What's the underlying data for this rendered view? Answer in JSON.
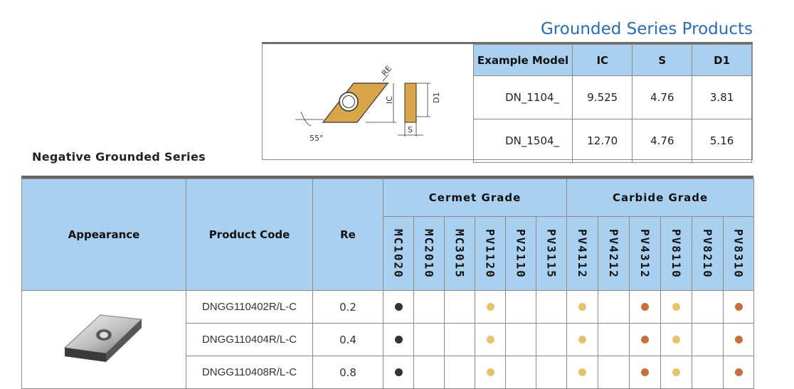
{
  "header": {
    "title": "Grounded Series Products"
  },
  "figure": {
    "re": "RE",
    "ic": "IC",
    "d1": "D1",
    "s": "S",
    "angle": "55°"
  },
  "example": {
    "headers": [
      "Example Model",
      "IC",
      "S",
      "D1"
    ],
    "rows": [
      [
        "DN_1104_",
        "9.525",
        "4.76",
        "3.81"
      ],
      [
        "DN_1504_",
        "12.70",
        "4.76",
        "5.16"
      ]
    ]
  },
  "section_title": "Negative Grounded Series",
  "main": {
    "appearance": "Appearance",
    "product_code": "Product Code",
    "re": "Re",
    "cermet": "Cermet Grade",
    "carbide": "Carbide Grade",
    "grades": [
      "MC1020",
      "MC2010",
      "MC3015",
      "PV1120",
      "PV2110",
      "PV3115",
      "PV4112",
      "PV4212",
      "PV4312",
      "PV8110",
      "PV8210",
      "PV8310"
    ],
    "rows": [
      {
        "code": "DNGG110402R/L-C",
        "re": "0.2",
        "marks": [
          "black",
          "",
          "",
          "yellow",
          "",
          "",
          "yellow",
          "",
          "brown",
          "yellow",
          "",
          "brown"
        ]
      },
      {
        "code": "DNGG110404R/L-C",
        "re": "0.4",
        "marks": [
          "black",
          "",
          "",
          "yellow",
          "",
          "",
          "yellow",
          "",
          "brown",
          "yellow",
          "",
          "brown"
        ]
      },
      {
        "code": "DNGG110408R/L-C",
        "re": "0.8",
        "marks": [
          "black",
          "",
          "",
          "yellow",
          "",
          "",
          "yellow",
          "",
          "brown",
          "yellow",
          "",
          "brown"
        ]
      }
    ]
  },
  "colors": {
    "accent": "#2a6cb4",
    "header_bg": "#a9d1ef",
    "black": "#333333",
    "yellow": "#e8c26a",
    "brown": "#c8703c",
    "insert_gold": "#d8a548"
  }
}
